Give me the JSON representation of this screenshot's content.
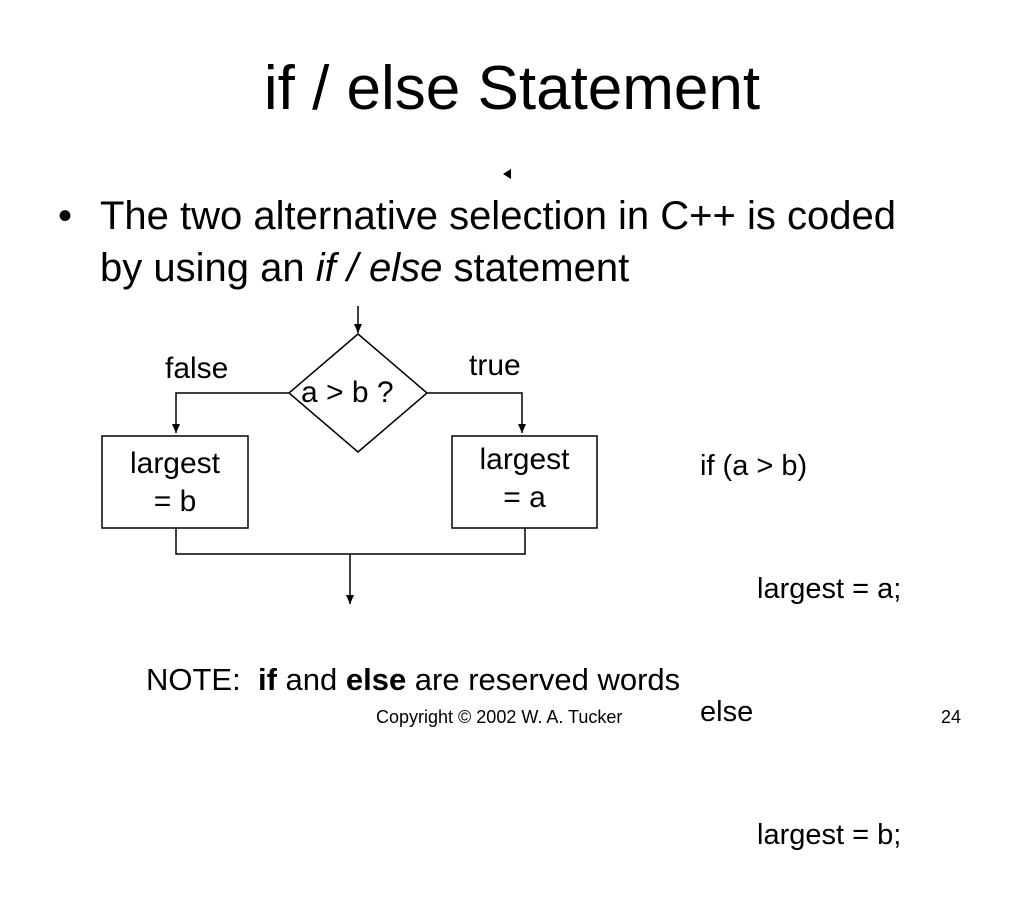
{
  "slide": {
    "title": "if / else Statement",
    "bullet": {
      "marker": "•",
      "text_before": "The two alternative selection in C++ is coded by using an ",
      "text_italic": "if / else",
      "text_after": " statement"
    },
    "flowchart": {
      "condition": "a > b ?",
      "false_label": "false",
      "true_label": "true",
      "false_box_line1": "largest",
      "false_box_line2": "= b",
      "true_box_line1": "largest",
      "true_box_line2": "= a"
    },
    "code": {
      "line1": "if (a > b)",
      "line2": "largest = a;",
      "line3": "else",
      "line4": "largest = b;"
    },
    "note": {
      "prefix": "NOTE:  ",
      "kw1": "if",
      "mid": " and ",
      "kw2": "else",
      "suffix": " are reserved words"
    },
    "footer": {
      "copyright": "Copyright © 2002 W. A. Tucker",
      "page_number": "24"
    }
  }
}
